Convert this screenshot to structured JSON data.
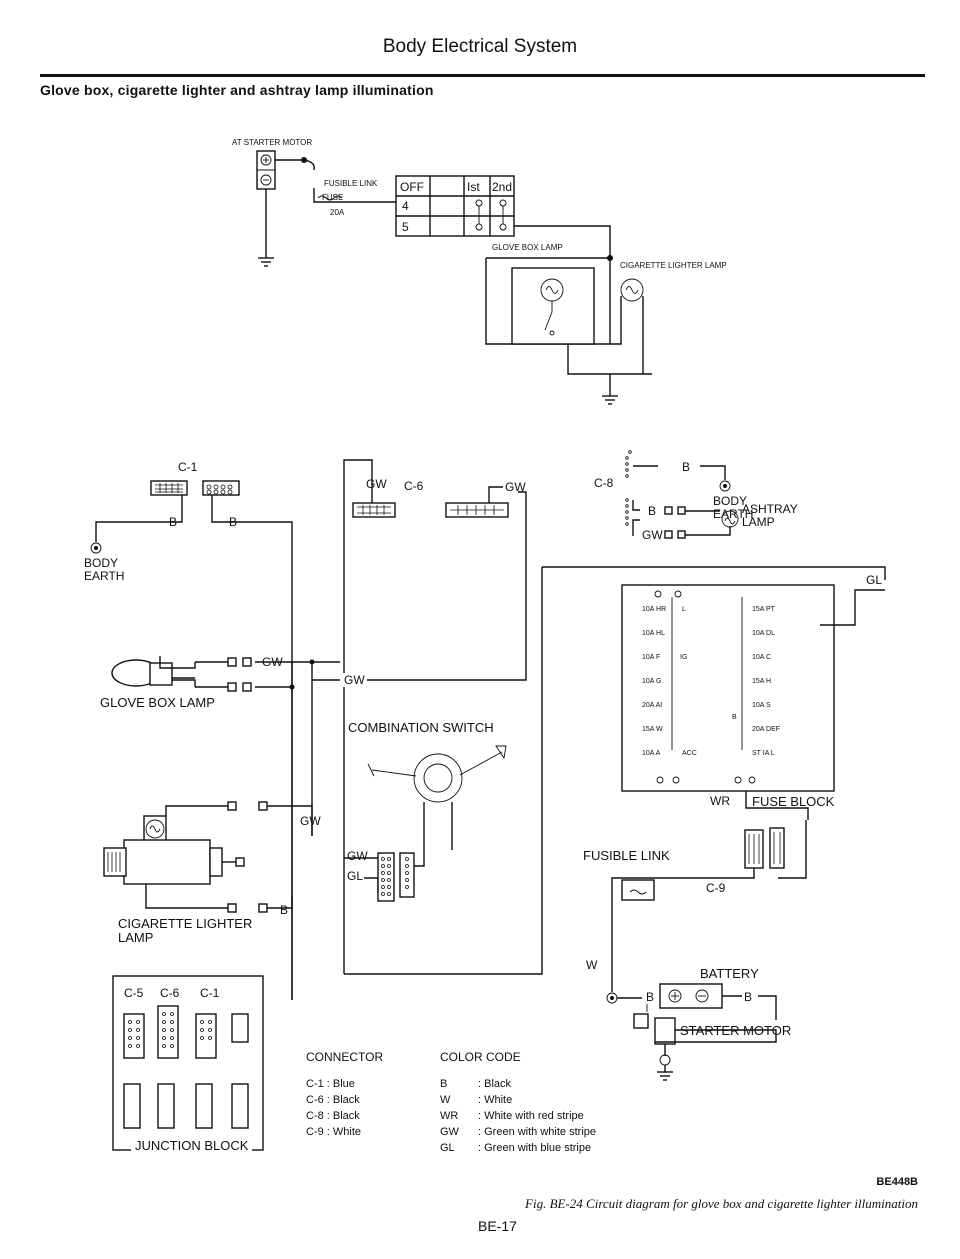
{
  "header": {
    "title": "Body Electrical System"
  },
  "subtitle": "Glove box, cigarette lighter and ashtray lamp illumination",
  "top": {
    "starter": "AT STARTER MOTOR",
    "fusible_link": "FUSIBLE LINK",
    "fuse": "FUSE",
    "amp": "20A",
    "ign_headers": [
      "OFF",
      "Ist",
      "2nd"
    ],
    "row4": "4",
    "row5": "5",
    "glove_box_lamp": "GLOVE BOX LAMP",
    "cig_lighter_lamp": "CIGARETTE LIGHTER LAMP"
  },
  "left": {
    "c1": "C-1",
    "b1": "B",
    "b2": "B",
    "body_earth_1": "BODY",
    "body_earth_2": "EARTH",
    "glove_box_lamp": "GLOVE BOX LAMP",
    "gw_left": "GW",
    "gw_lower": "GW",
    "cig_b": "B",
    "cig_lighter_1": "CIGARETTE LIGHTER",
    "cig_lighter_2": "LAMP"
  },
  "center": {
    "gw1": "GW",
    "c6": "C-6",
    "gw2": "GW",
    "gw_mid": "GW",
    "combination_switch": "COMBINATION SWITCH",
    "gw_sw": "GW",
    "gl_sw": "GL"
  },
  "right": {
    "c8": "C-8",
    "b": "B",
    "body_earth_1": "BODY",
    "body_earth_2": "EARTH",
    "b_ash": "B",
    "gw_ash": "GW",
    "ashtray_1": "ASHTRAY",
    "ashtray_2": "LAMP",
    "gl": "GL",
    "fuse_left": [
      "10A HR",
      "10A HL",
      "10A F",
      "10A G",
      "20A AI",
      "15A W",
      "10A A"
    ],
    "fuse_right": [
      "15A PT",
      "10A DL",
      "10A C",
      "15A H",
      "10A S",
      "20A DEF",
      "ST IA L"
    ],
    "fuse_tags": [
      "L",
      "IG",
      "B",
      "ACC"
    ],
    "wr": "WR",
    "fuse_block": "FUSE BLOCK",
    "fusible_link": "FUSIBLE LINK",
    "c9": "C-9",
    "w": "W",
    "battery": "BATTERY",
    "b_batt1": "B",
    "b_batt2": "B",
    "starter_motor": "STARTER MOTOR"
  },
  "junction": {
    "labels": [
      "C-5",
      "C-6",
      "C-1"
    ],
    "title": "JUNCTION BLOCK"
  },
  "connector": {
    "heading": "CONNECTOR",
    "rows": [
      "C-1 : Blue",
      "C-6 : Black",
      "C-8 : Black",
      "C-9 : White"
    ]
  },
  "color_code": {
    "heading": "COLOR CODE",
    "rows": [
      {
        "code": "B",
        "desc": ": Black"
      },
      {
        "code": "W",
        "desc": ": White"
      },
      {
        "code": "WR",
        "desc": ": White with red stripe"
      },
      {
        "code": "GW",
        "desc": ": Green with white stripe"
      },
      {
        "code": "GL",
        "desc": ": Green with blue stripe"
      }
    ]
  },
  "figure": {
    "code": "BE448B",
    "caption": "Fig. BE-24 Circuit diagram for glove box and cigarette lighter illumination",
    "page": "BE-17"
  }
}
